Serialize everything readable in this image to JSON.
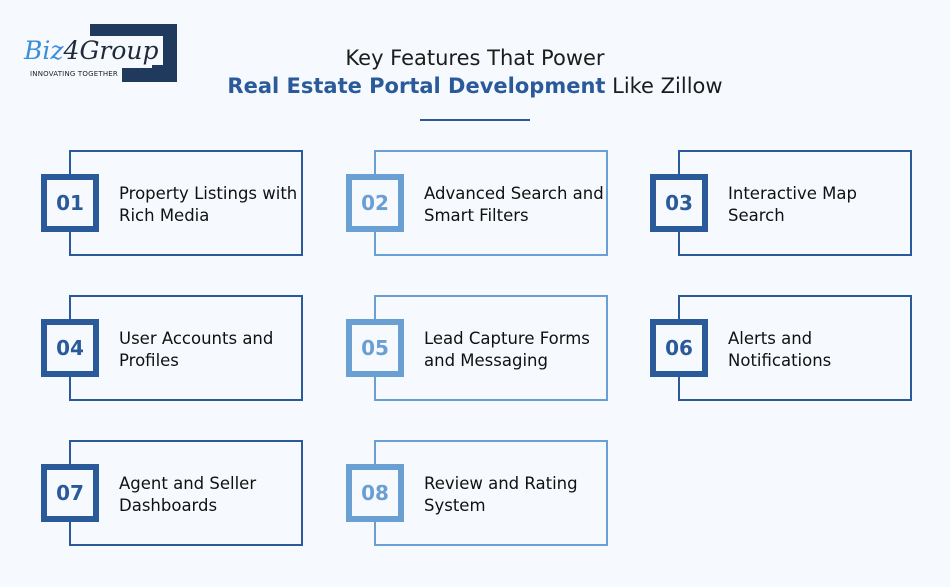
{
  "logo": {
    "brand_part1": "Biz",
    "brand_part2": "4",
    "brand_part3": "Group",
    "tagline": "INNOVATING TOGETHER"
  },
  "header": {
    "line1": "Key Features That Power",
    "highlight": "Real Estate Portal Development",
    "line2_rest": " Like Zillow"
  },
  "colors": {
    "dark": "#2a5a9a",
    "light": "#6a9fd4"
  },
  "features": [
    {
      "number": "01",
      "label": "Property Listings with Rich Media"
    },
    {
      "number": "02",
      "label": "Advanced Search and Smart Filters"
    },
    {
      "number": "03",
      "label": "Interactive Map Search"
    },
    {
      "number": "04",
      "label": "User Accounts and Profiles"
    },
    {
      "number": "05",
      "label": "Lead Capture Forms and Messaging"
    },
    {
      "number": "06",
      "label": "Alerts and Notifications"
    },
    {
      "number": "07",
      "label": "Agent and Seller Dashboards"
    },
    {
      "number": "08",
      "label": "Review and Rating System"
    }
  ]
}
